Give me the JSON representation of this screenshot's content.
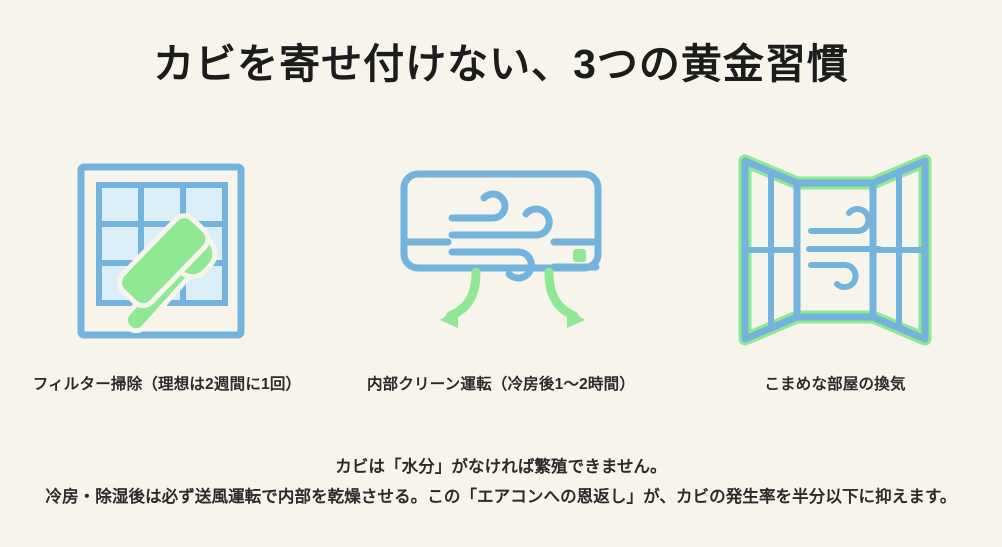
{
  "slide": {
    "background_color": "#f7f4ec",
    "title": "カビを寄せ付けない、3つの黄金習慣",
    "title_color": "#1c1c1c",
    "accent_blue": "#74b3dc",
    "accent_blue_fill": "#daedf7",
    "accent_green": "#8ee894",
    "text_color": "#2b2b2b"
  },
  "cards": [
    {
      "icon": "filter-cleaning-icon",
      "caption": "フィルター掃除（理想は2週間に1回）"
    },
    {
      "icon": "air-conditioner-internal-clean-icon",
      "caption": "内部クリーン運転（冷房後1〜2時間）"
    },
    {
      "icon": "open-window-ventilation-icon",
      "caption": "こまめな部屋の換気"
    }
  ],
  "footer": {
    "line1": "カビは「水分」がなければ繁殖できません。",
    "line2": "冷房・除湿後は必ず送風運転で内部を乾燥させる。この「エアコンへの恩返し」が、カビの発生率を半分以下に抑えます。"
  }
}
